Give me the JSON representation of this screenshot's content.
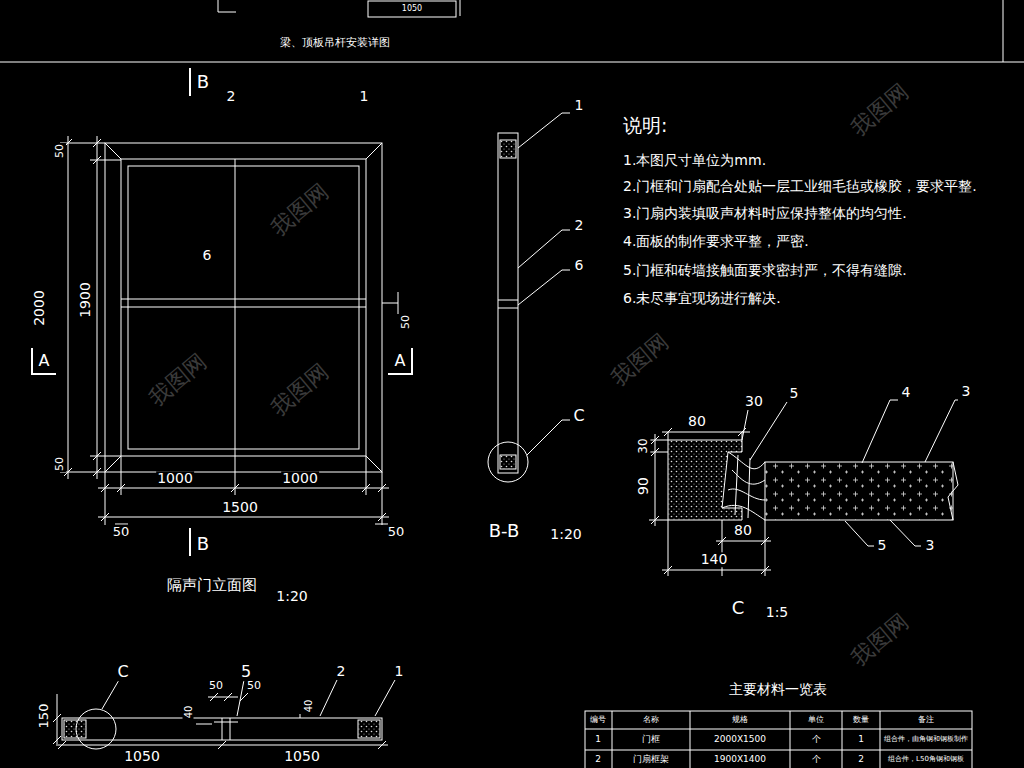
{
  "diagram": {
    "labels": [
      "梁、顶板吊杆安装详图",
      "1050",
      "B",
      "2",
      "1",
      "50",
      "2000",
      "1900",
      "6",
      "A",
      "A",
      "50",
      "50",
      "1000",
      "1000",
      "50",
      "1500",
      "50",
      "B",
      "隔声门立面图",
      "1:20",
      "1",
      "2",
      "6",
      "C",
      "B-B",
      "1:20",
      "说明:",
      "1.本图尺寸单位为mm.",
      "2.门框和门扇配合处贴一层工业细毛毡或橡胶，要求平整.",
      "3.门扇内装填吸声材料时应保持整体的均匀性.",
      "4.面板的制作要求平整，严密.",
      "5.门框和砖墙接触面要求密封严，不得有缝隙.",
      "6.未尽事宜现场进行解决.",
      "80",
      "30",
      "5",
      "4",
      "3",
      "30",
      "90",
      "80",
      "140",
      "5",
      "3",
      "C",
      "1:5",
      "C",
      "150",
      "5",
      "50",
      "50",
      "2",
      "1",
      "40",
      "40",
      "1050",
      "1050",
      "主要材料一览表",
      "编号",
      "名称",
      "规格",
      "单位",
      "数量",
      "备注",
      "1",
      "门框",
      "2000X1500",
      "个",
      "1",
      "组合件，由角钢和钢板制作",
      "2",
      "门扇框架",
      "1900X1400",
      "个",
      "2",
      "组合件，L50角钢和钢板",
      "我图网",
      "我图网",
      "我图网",
      "我图网",
      "我图网",
      "我图网"
    ]
  }
}
